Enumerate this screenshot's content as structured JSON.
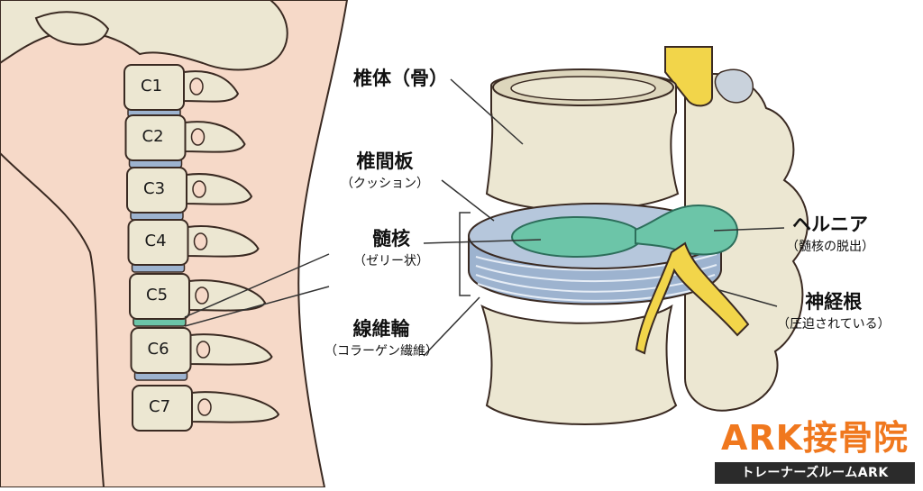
{
  "vertebra_labels": [
    "C1",
    "C2",
    "C3",
    "C4",
    "C5",
    "C6",
    "C7"
  ],
  "labels": {
    "vertebral_body": {
      "main": "椎体（骨）"
    },
    "disc": {
      "main": "椎間板",
      "sub": "（クッション）"
    },
    "nucleus": {
      "main": "髄核",
      "sub": "（ゼリー状）"
    },
    "annulus": {
      "main": "線維輪",
      "sub": "（コラーゲン繊維）"
    },
    "hernia": {
      "main": "ヘルニア",
      "sub": "（髄核の脱出）"
    },
    "nerve_root": {
      "main": "神経根",
      "sub": "（圧迫されている）"
    }
  },
  "logo": {
    "title": "ARK接骨院",
    "subtitle": "トレーナーズルームARK"
  },
  "colors": {
    "skin": "#f6d9c8",
    "bone": "#ece7d2",
    "bone_shade": "#d8d1b6",
    "disc_blue": "#9db3cf",
    "nucleus_green": "#6cc5a8",
    "nerve_yellow": "#f2d54a",
    "accent": "#f0781e"
  }
}
